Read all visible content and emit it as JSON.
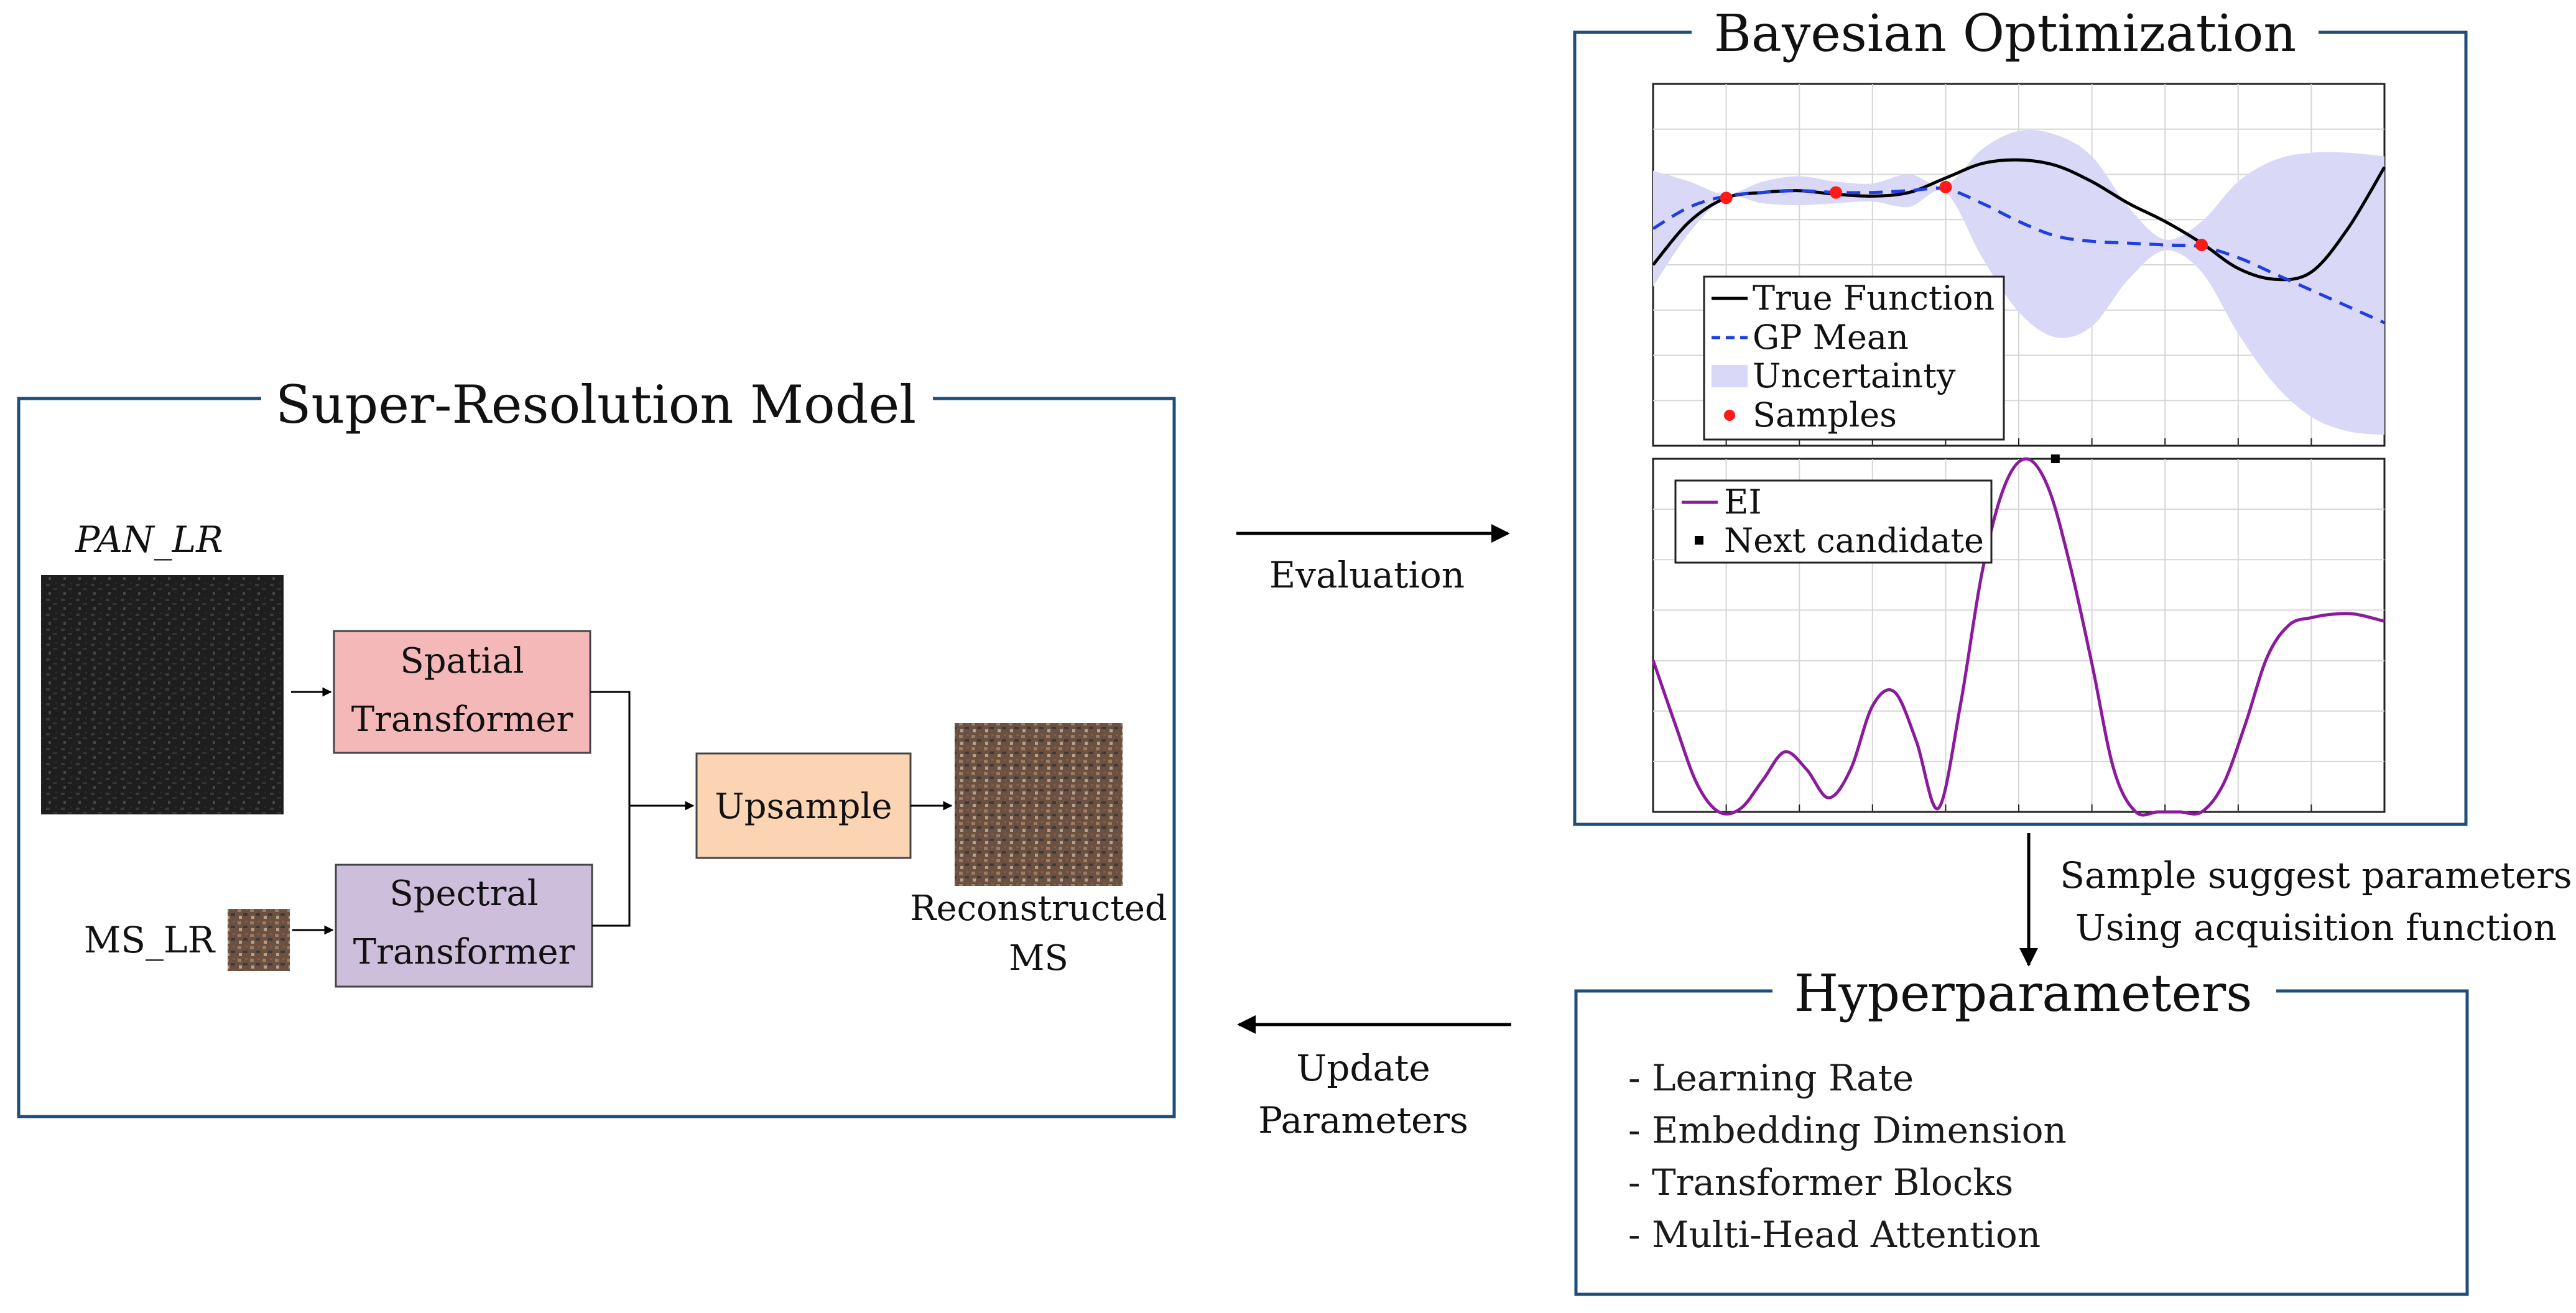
{
  "colors": {
    "frame": "#1f4e79",
    "spatial_fill": "#f4b8b8",
    "spectral_fill": "#cdbfdc",
    "upsample_fill": "#fbd4b4",
    "uncertainty": "#d9d9f7",
    "gp_mean": "#1f3fe0",
    "sample": "#ff1a1a",
    "ei": "#8b1a9c"
  },
  "super_resolution": {
    "title": "Super-Resolution Model",
    "pan_label": "PAN_LR",
    "ms_label": "MS_LR",
    "spatial_line1": "Spatial",
    "spatial_line2": "Transformer",
    "spectral_line1": "Spectral",
    "spectral_line2": "Transformer",
    "upsample": "Upsample",
    "reconstructed_line1": "Reconstructed",
    "reconstructed_line2": "MS"
  },
  "flow": {
    "evaluation": "Evaluation",
    "update_line1": "Update",
    "update_line2": "Parameters",
    "sample_line1": "Sample suggest parameters",
    "sample_line2": "Using acquisition function"
  },
  "bayesian": {
    "title": "Bayesian Optimization"
  },
  "hyperparameters": {
    "title": "Hyperparameters",
    "items": [
      "- Learning Rate",
      "- Embedding Dimension",
      "- Transformer Blocks",
      "- Multi-Head Attention"
    ]
  },
  "chart_data": [
    {
      "type": "line",
      "x_range": [
        0,
        10
      ],
      "y_range": [
        0,
        10
      ],
      "grid": true,
      "legend_placement": "bottom-left",
      "series": [
        {
          "name": "True Function",
          "x": [
            0,
            0.5,
            1,
            1.5,
            2,
            2.5,
            3,
            3.5,
            4,
            4.5,
            5,
            5.5,
            6,
            6.5,
            7,
            7.5,
            8,
            8.5,
            9,
            9.5,
            10
          ],
          "y": [
            5.0,
            6.2,
            6.85,
            7.0,
            7.05,
            6.95,
            6.9,
            7.0,
            7.4,
            7.8,
            7.9,
            7.75,
            7.3,
            6.7,
            6.2,
            5.6,
            4.9,
            4.6,
            4.8,
            6.0,
            7.7
          ]
        },
        {
          "name": "GP Mean",
          "x": [
            0,
            0.5,
            1,
            1.5,
            2,
            2.5,
            3,
            3.5,
            4,
            4.5,
            5,
            5.5,
            6,
            6.5,
            7,
            7.5,
            8,
            8.5,
            9,
            9.5,
            10
          ],
          "y": [
            6.0,
            6.6,
            6.9,
            7.0,
            7.05,
            7.0,
            7.0,
            7.05,
            7.1,
            6.7,
            6.2,
            5.8,
            5.65,
            5.6,
            5.55,
            5.5,
            5.2,
            4.75,
            4.3,
            3.85,
            3.4
          ]
        },
        {
          "name": "Uncertainty",
          "x": [
            0,
            0.5,
            1,
            1.5,
            2,
            2.5,
            3,
            3.5,
            4,
            4.5,
            5,
            5.5,
            6,
            6.5,
            7,
            7.5,
            8,
            8.5,
            9,
            9.5,
            10
          ],
          "upper": [
            7.6,
            7.3,
            6.95,
            7.3,
            7.45,
            7.3,
            7.25,
            7.5,
            7.2,
            8.2,
            8.7,
            8.6,
            8.0,
            6.6,
            5.7,
            6.2,
            7.3,
            7.9,
            8.1,
            8.1,
            8.0
          ],
          "lower": [
            4.4,
            5.9,
            6.85,
            6.7,
            6.65,
            6.7,
            6.75,
            6.6,
            7.0,
            5.2,
            3.7,
            3.0,
            3.3,
            4.6,
            5.4,
            4.8,
            3.1,
            1.7,
            0.8,
            0.4,
            0.3
          ]
        },
        {
          "name": "Samples",
          "x": [
            1.0,
            2.5,
            4.0,
            7.5
          ],
          "y": [
            6.85,
            7.0,
            7.15,
            5.55
          ]
        }
      ]
    },
    {
      "type": "line",
      "x_range": [
        0,
        10
      ],
      "y_range": [
        0,
        1
      ],
      "grid": true,
      "legend_placement": "top-left",
      "series": [
        {
          "name": "EI",
          "x": [
            0,
            0.3,
            0.6,
            0.9,
            1.2,
            1.5,
            1.8,
            2.1,
            2.4,
            2.7,
            3.0,
            3.3,
            3.6,
            3.9,
            4.2,
            4.5,
            4.8,
            5.1,
            5.4,
            5.7,
            6.0,
            6.3,
            6.6,
            6.9,
            7.2,
            7.5,
            7.8,
            8.1,
            8.4,
            8.7,
            9.0,
            9.3,
            9.6,
            10
          ],
          "y": [
            0.43,
            0.25,
            0.08,
            0.0,
            0.01,
            0.09,
            0.17,
            0.12,
            0.04,
            0.12,
            0.3,
            0.34,
            0.2,
            0.01,
            0.3,
            0.68,
            0.92,
            1.0,
            0.92,
            0.7,
            0.42,
            0.12,
            0.0,
            0.0,
            0.0,
            0.0,
            0.08,
            0.25,
            0.44,
            0.53,
            0.55,
            0.56,
            0.56,
            0.54
          ]
        },
        {
          "name": "Next candidate",
          "x": [
            5.5
          ],
          "y": [
            1.0
          ]
        }
      ]
    }
  ]
}
